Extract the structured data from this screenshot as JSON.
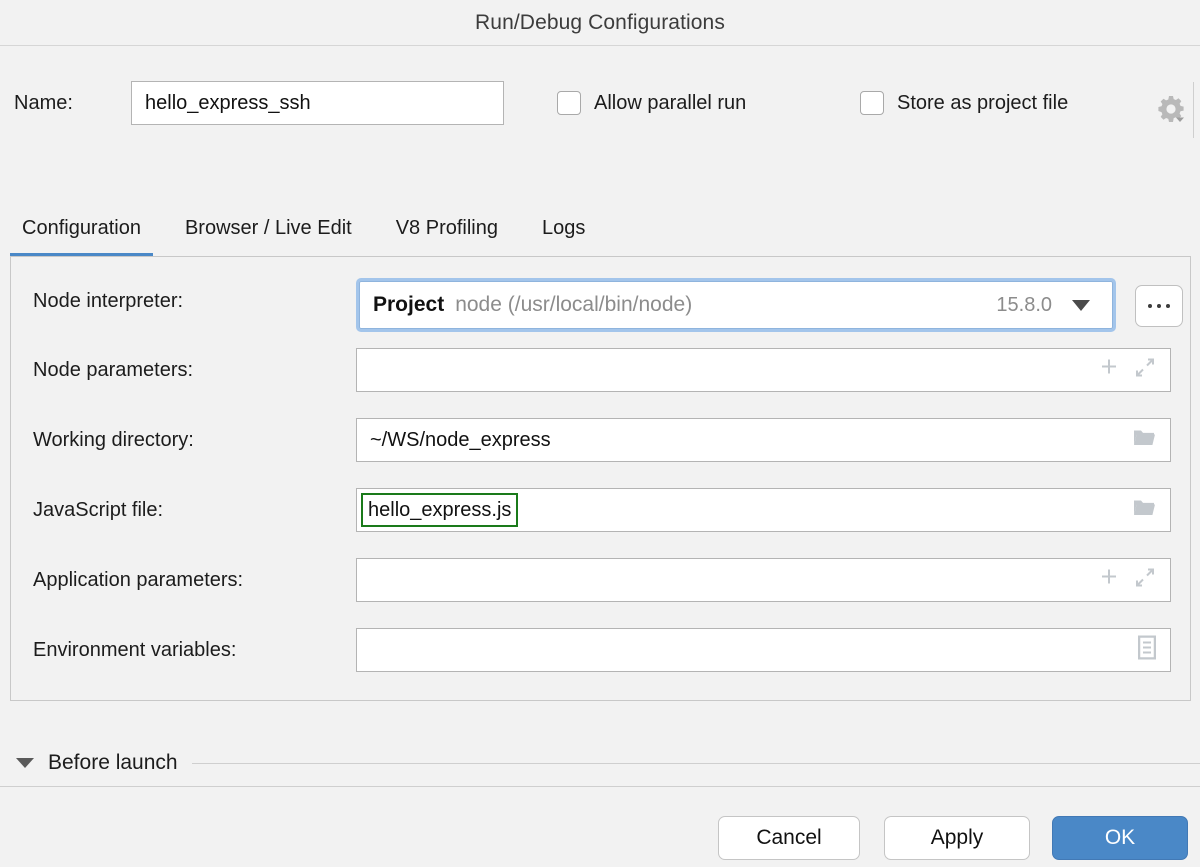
{
  "window": {
    "title": "Run/Debug Configurations"
  },
  "name_row": {
    "label": "Name:",
    "value": "hello_express_ssh",
    "checkboxes": [
      {
        "label": "Allow parallel run",
        "checked": false
      },
      {
        "label": "Store as project file",
        "checked": false
      }
    ],
    "gear_icon": "gear-dropdown-icon"
  },
  "tabs": [
    {
      "label": "Configuration",
      "active": true
    },
    {
      "label": "Browser / Live Edit",
      "active": false
    },
    {
      "label": "V8 Profiling",
      "active": false
    },
    {
      "label": "Logs",
      "active": false
    }
  ],
  "fields": {
    "node_interpreter": {
      "label": "Node interpreter:",
      "scope": "Project",
      "path": "node (/usr/local/bin/node)",
      "version": "15.8.0",
      "browse_label": "...",
      "focused": true
    },
    "node_parameters": {
      "label": "Node parameters:",
      "value": "",
      "icons": [
        "plus-icon",
        "expand-icon"
      ]
    },
    "working_directory": {
      "label": "Working directory:",
      "value": "~/WS/node_express",
      "icons": [
        "folder-icon"
      ]
    },
    "javascript_file": {
      "label": "JavaScript file:",
      "value": "hello_express.js",
      "highlighted": true,
      "icons": [
        "folder-icon"
      ]
    },
    "application_parameters": {
      "label": "Application parameters:",
      "value": "",
      "icons": [
        "plus-icon",
        "expand-icon"
      ]
    },
    "environment_variables": {
      "label": "Environment variables:",
      "value": "",
      "icons": [
        "document-list-icon"
      ]
    }
  },
  "before_launch": {
    "label": "Before launch",
    "expanded": true,
    "toggle_icon": "triangle-down-icon"
  },
  "footer": {
    "cancel": "Cancel",
    "apply": "Apply",
    "ok": "OK"
  },
  "colors": {
    "accent": "#4a88c7",
    "focus_ring": "#a3c5eb",
    "highlight_green": "#1a7a1a"
  }
}
